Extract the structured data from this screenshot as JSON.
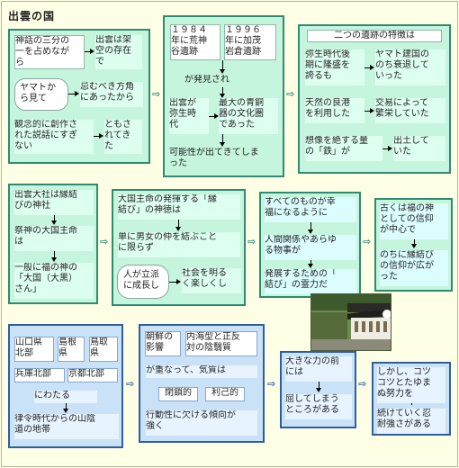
{
  "title": "出雲の国",
  "panel1": {
    "a": "神話の三分の\n一を占めなが\nら",
    "b": "出雲は架\n空の存在\nで",
    "c": "ヤマトか\nら見て",
    "d": "忌むべき方角\nにあったから",
    "e": "観念的に創作さ\nれた説話にすぎ\nない",
    "f": "ともさ\nれてき\nた"
  },
  "panel2": {
    "y1": "１９８４\n年に荒神\n谷遺跡",
    "y2": "１９９６\n年に加茂\n岩倉遺跡",
    "found": "が発見され",
    "b1": "出雲が\n弥生時\n代",
    "b2": "最大の青銅\n器の文化圏\nであった",
    "result": "可能性が出てきてしま\nった"
  },
  "panel3": {
    "title": "二つの遺跡の特徴は",
    "r1a": "弥生時代後\n期に隆盛を\n誇るも",
    "r1b": "ヤマト建国の\nのち衰退して\nいった",
    "r2a": "天然の良港\nを利用した",
    "r2b": "交易によって\n繁栄していた",
    "r3a": "想像を絶する量\nの「鉄」が",
    "r3b": "出土して\nいた"
  },
  "panel4": {
    "a": "出雲大社は縁結\nびの神社",
    "b": "祭神の大国主命\nは",
    "c": "一般に福の神の\n「大国（大黒）\nさん」"
  },
  "panel5": {
    "a": "大国主命の発揮する「縁\n結び」の神徳は",
    "b": "単に男女の仲を結ぶこと\nに限らず",
    "c": "人が立派\nに成長し",
    "d": "社会を明る\nく楽しくし"
  },
  "panel6": {
    "a": "すべてのものが幸\n福になるように",
    "b": "人間関係やあらゆ\nる物事が",
    "c": "発展するための「\n結び」の霊力だ"
  },
  "panel7": {
    "a": "古くは福の神\nとしての信仰\nが中心で",
    "b": "のちに縁結び\nの信仰が広が\nった"
  },
  "panel8": {
    "p1": "山口県\n北部",
    "p2": "島根\n県",
    "p3": "鳥取\n県",
    "p4": "兵庫北部",
    "p5": "京都北部",
    "a": "にわたる",
    "b": "律令時代からの山陰\n道の地帯"
  },
  "panel9": {
    "a": "朝鮮の\n影響",
    "b": "内海型と正反\n対の陰翳質",
    "c": "が重なって、気質は",
    "d": "閉鎖的",
    "e": "利己的",
    "f": "行動性に欠ける傾向が\n強く"
  },
  "panel10": {
    "a": "大きな力の前\nには",
    "b": "屈してしまう\nところがある"
  },
  "panel11": {
    "a": "しかし、コツ\nコツとたゆま\nぬ努力を",
    "b": "続けていく忍\n耐強さがある"
  },
  "photo": {
    "icon": "shrine-photo"
  }
}
